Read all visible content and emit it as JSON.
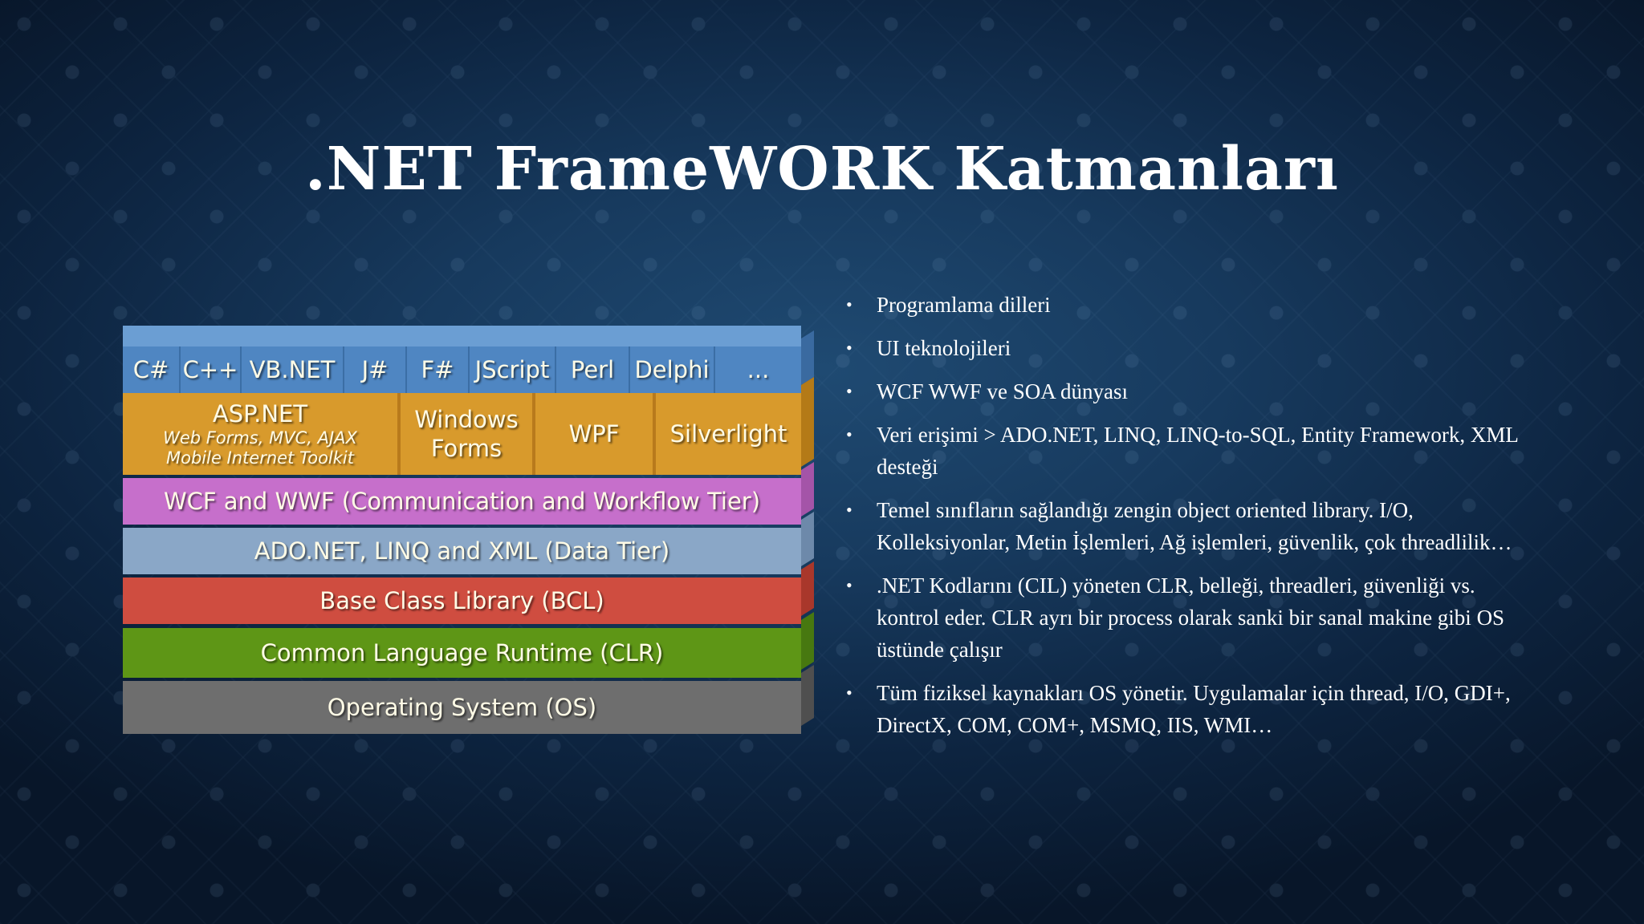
{
  "title": ".NET FrameWORK Katmanları",
  "diagram": {
    "languages": [
      "C#",
      "C++",
      "VB.NET",
      "J#",
      "F#",
      "JScript",
      "Perl",
      "Delphi",
      "..."
    ],
    "aspnet": {
      "label": "ASP.NET",
      "sub1": "Web Forms, MVC, AJAX",
      "sub2": "Mobile Internet Toolkit"
    },
    "winforms": {
      "line1": "Windows",
      "line2": "Forms"
    },
    "wpf": "WPF",
    "silverlight": "Silverlight",
    "wcf": "WCF and WWF (Communication and Workflow Tier)",
    "ado": "ADO.NET, LINQ and XML (Data Tier)",
    "bcl": "Base Class Library (BCL)",
    "clr": "Common Language Runtime (CLR)",
    "os": "Operating System (OS)",
    "colors": {
      "languages": "#4f86c2",
      "presentation": "#d89a2c",
      "wcf": "#c66fcb",
      "ado": "#8aa7c7",
      "bcl": "#cf4d40",
      "clr": "#5e9616",
      "os": "#6e6e6e"
    }
  },
  "bullets": [
    "Programlama dilleri",
    "UI teknolojileri",
    "WCF WWF ve SOA dünyası",
    "Veri erişimi > ADO.NET, LINQ, LINQ-to-SQL, Entity Framework, XML desteği",
    "Temel sınıfların sağlandığı zengin object oriented library. I/O, Kolleksiyonlar, Metin İşlemleri, Ağ işlemleri, güvenlik, çok threadlilik…",
    ".NET Kodlarını (CIL) yöneten CLR, belleği, threadleri, güvenliği vs. kontrol eder. CLR ayrı bir process olarak sanki bir sanal makine gibi OS üstünde çalışır",
    "Tüm fiziksel kaynakları OS yönetir. Uygulamalar için thread, I/O, GDI+, DirectX, COM, COM+, MSMQ, IIS, WMI…"
  ]
}
